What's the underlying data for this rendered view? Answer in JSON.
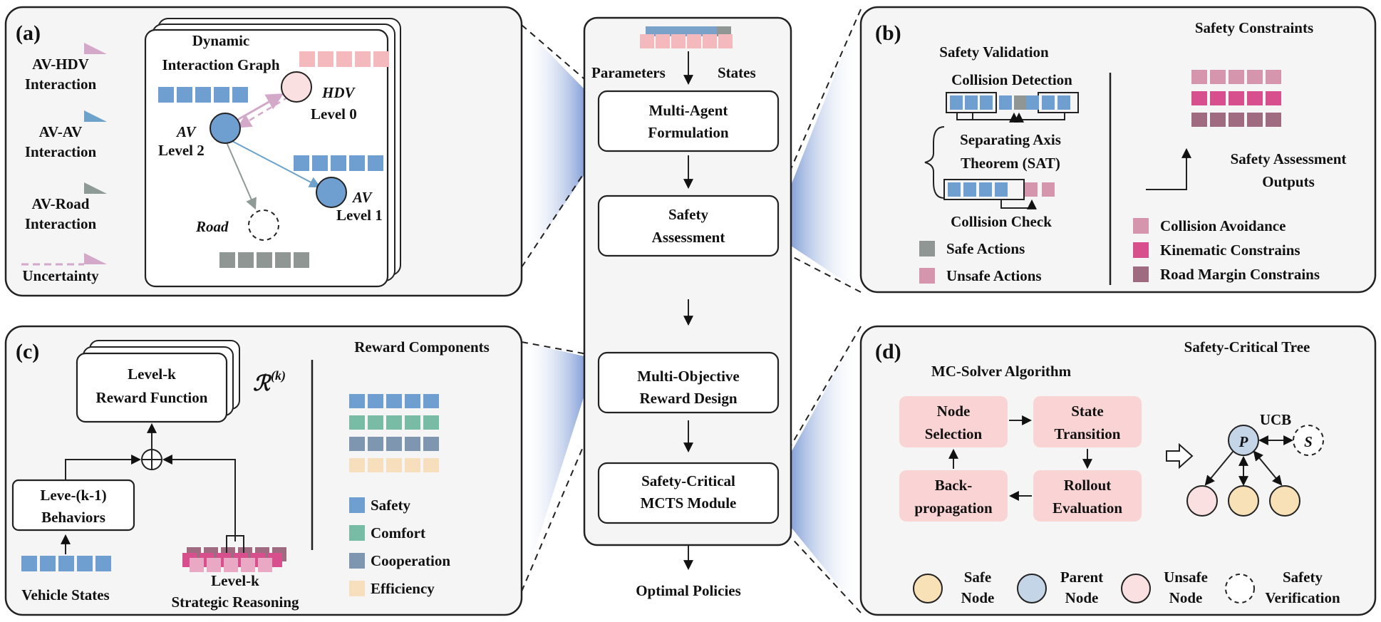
{
  "colors": {
    "blue": "#6f9fd0",
    "gray": "#8f9694",
    "pink_light": "#f4b9bd",
    "pink_mid": "#d596ad",
    "magenta": "#d7508d",
    "mauve": "#9e6b80",
    "green": "#79bca6",
    "slate": "#7f96b1",
    "beige": "#f7dfbd",
    "node_pink": "#fbe0e2",
    "node_blue": "#c4d5e7",
    "node_yellow": "#f8e1b6",
    "mc_box": "#fad4d4",
    "av_hdv": "#d4a8c9",
    "av_av": "#6da2cb",
    "av_road": "#8e9a95"
  },
  "panel_a": {
    "tag": "(a)",
    "legend": {
      "av_hdv": [
        "AV-HDV",
        "Interaction"
      ],
      "av_av": [
        "AV-AV",
        "Interaction"
      ],
      "av_road": [
        "AV-Road",
        "Interaction"
      ],
      "uncertainty": "Uncertainty"
    },
    "graph_title": [
      "Dynamic",
      "Interaction Graph"
    ],
    "hdv": {
      "name": "HDV",
      "level": "Level 0"
    },
    "av2": {
      "name": "AV",
      "level": "Level 2"
    },
    "av1": {
      "name": "AV",
      "level": "Level 1"
    },
    "road": "Road"
  },
  "center": {
    "parameters": "Parameters",
    "states": "States",
    "steps": [
      [
        "Multi-Agent",
        "Formulation"
      ],
      [
        "Safety",
        "Assessment"
      ],
      [
        "Multi-Objective",
        "Reward Design"
      ],
      [
        "Safety-Critical",
        "MCTS Module"
      ]
    ],
    "output": "Optimal Policies"
  },
  "panel_b": {
    "tag": "(b)",
    "title": "Safety Constraints",
    "validation_title": "Safety Validation",
    "collision_detection": "Collision Detection",
    "sat": [
      "Separating Axis",
      "Theorem (SAT)"
    ],
    "collision_check": "Collision Check",
    "safe_actions": "Safe Actions",
    "unsafe_actions": "Unsafe Actions",
    "outputs": [
      "Safety Assessment",
      "Outputs"
    ],
    "legend": [
      "Collision Avoidance",
      "Kinematic Constrains",
      "Road Margin Constrains"
    ]
  },
  "panel_c": {
    "tag": "(c)",
    "reward_fn": [
      "Level-k",
      "Reward Function"
    ],
    "reward_symbol": "ℛ",
    "reward_sup": "(k)",
    "prev_behaviors": [
      "Leve-(k-1)",
      "Behaviors"
    ],
    "vehicle_states": "Vehicle States",
    "strategic": [
      "Level-k",
      "Strategic Reasoning"
    ],
    "components_title": "Reward Components",
    "legend": [
      "Safety",
      "Comfort",
      "Cooperation",
      "Efficiency"
    ]
  },
  "panel_d": {
    "tag": "(d)",
    "title": "Safety-Critical Tree",
    "algo_title": "MC-Solver Algorithm",
    "steps": [
      [
        "Node",
        "Selection"
      ],
      [
        "State",
        "Transition"
      ],
      [
        "Rollout",
        "Evaluation"
      ],
      [
        "Back-",
        "propagation"
      ]
    ],
    "ucb": "UCB",
    "p": "P",
    "s": "S",
    "legend": [
      [
        "Safe",
        "Node"
      ],
      [
        "Parent",
        "Node"
      ],
      [
        "Unsafe",
        "Node"
      ],
      [
        "Safety",
        "Verification"
      ]
    ]
  }
}
